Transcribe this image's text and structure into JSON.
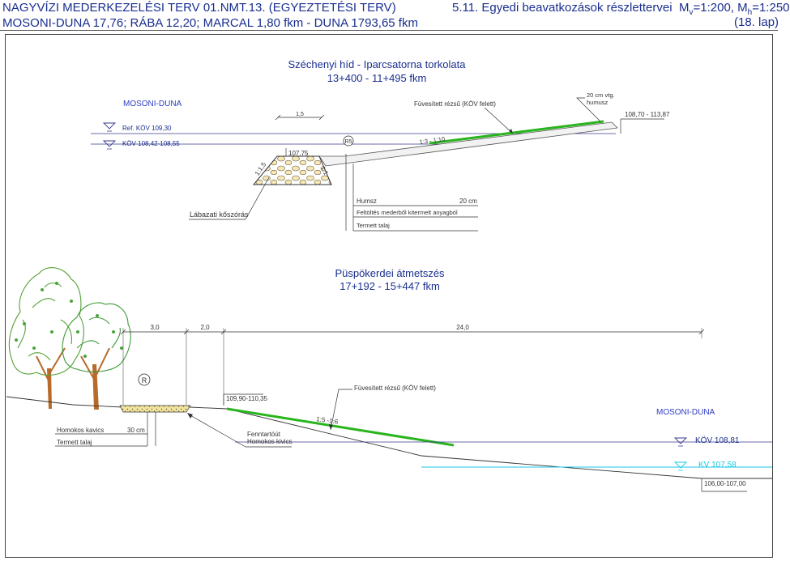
{
  "header": {
    "line1": "NAGYVÍZI MEDERKEZELÉSI TERV 01.NMT.13. (EGYEZTETÉSI TERV)",
    "line2": "MOSONI-DUNA 17,76; RÁBA 12,20; MARCAL 1,80 fkm - DUNA 1793,65 fkm",
    "section": "5.11. Egyedi beavatkozások részlettervei",
    "scale_prefix": "M",
    "scale_v_sub": "v",
    "scale_v_val": "=1:200, M",
    "scale_h_sub": "h",
    "scale_h_val": "=1:250",
    "sheet": "(18. lap)"
  },
  "section1": {
    "title": "Széchenyi híd - Iparcsatorna torkolata",
    "subtitle": "13+400 - 11+495 fkm",
    "river": "MOSONI-DUNA",
    "grass": "Füvesített rézsű (KÖV felett)",
    "humus_note_1": "20 cm vtg.",
    "humus_note_2": "humusz",
    "crest_level": "108,70 - 113,87",
    "ref_level": "Ref. KÖV 109,30",
    "kov_level": "KÖV 108,42-108,55",
    "berm_width": "1,5",
    "toe_level": "107,75",
    "marker": "R5",
    "slope_main": "1:3 - 1:10",
    "slope_left": "1:1,5",
    "slope_right": "1:1",
    "toe_label": "Lábazati kőszórás",
    "legend": {
      "humus": "Humsz",
      "humus_thk": "20 cm",
      "fill": "Feltöltés mederből kitermelt anyagból",
      "ground": "Termett talaj"
    }
  },
  "section2": {
    "title": "Püspökerdei átmetszés",
    "subtitle": "17+192 - 15+447 fkm",
    "dims": [
      "3,0",
      "2,0",
      "24,0"
    ],
    "marker": "R",
    "crest_level": "109,90-110,35",
    "grass": "Füvesített rézsű (KÖV felett)",
    "slope": "1:5 -1:6",
    "river": "MOSONI-DUNA",
    "kov_level": "KÖV 108,81",
    "kv_level": "KV 107,58",
    "bed_level": "106,00-107,00",
    "legend": {
      "gravel": "Homokos kavics",
      "gravel_thk": "30 cm",
      "ground": "Termett talaj"
    },
    "path_label_1": "Fenntartóút",
    "path_label_2": "Homokos kivics"
  },
  "colors": {
    "text": "#1a2f8f",
    "line": "#3a3a8c",
    "grass": "#29b51e",
    "kv": "#19c8e0",
    "tree_green": "#55a235",
    "tree_trunk": "#b86a2a"
  }
}
